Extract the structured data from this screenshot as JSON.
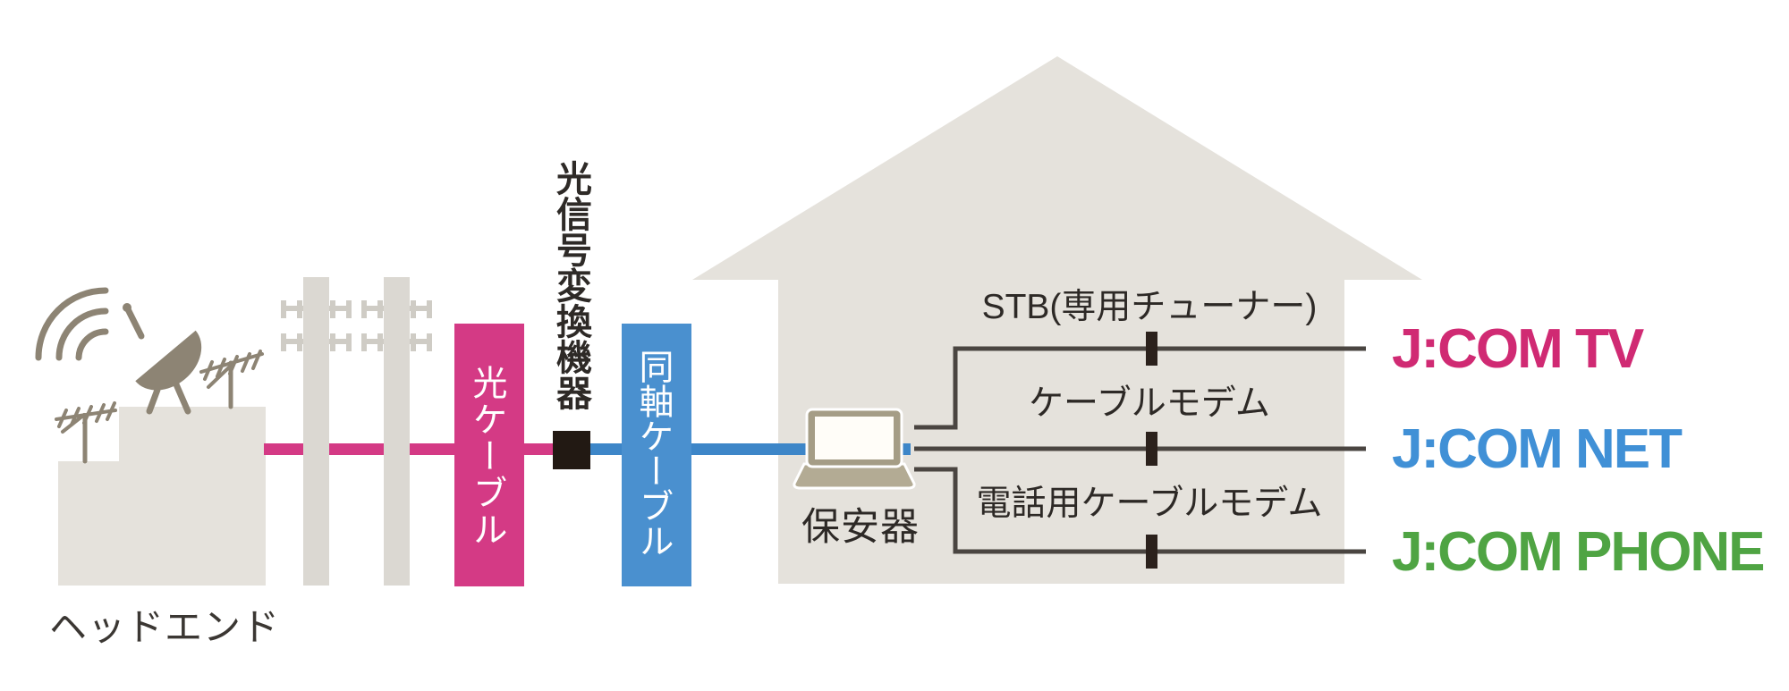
{
  "diagram": {
    "title_implicit": "J:COM network connection diagram",
    "headend": {
      "label": "ヘッドエンド",
      "building_color": "#e5e2dc",
      "icon_color": "#8d8474",
      "icons": [
        "radio-waves-icon",
        "satellite-dish-icon",
        "tv-antenna-icon",
        "tv-antenna-icon"
      ]
    },
    "poles": {
      "count": 2,
      "color": "#dbd8d2",
      "crossarm_color": "#cfccc5"
    },
    "cables": {
      "optical": {
        "label": "光ケーブル",
        "color": "#d43a85",
        "text_color": "#ffffff"
      },
      "converter": {
        "label": "光信号変換機器",
        "color": "#221913",
        "text_color": "#2e2a27"
      },
      "coax": {
        "label": "同軸ケーブル",
        "color": "#4a90cf",
        "text_color": "#ffffff"
      },
      "optical_line_color": "#d43a85",
      "coax_line_color": "#3d86c8"
    },
    "house": {
      "fill_color": "#e5e2dc",
      "protector": {
        "label": "保安器",
        "icon": "laptop-icon"
      },
      "branch_line_color": "#4a4541",
      "device_marker_color": "#2b211c",
      "devices": [
        {
          "label": "STB(専用チューナー)"
        },
        {
          "label": "ケーブルモデム"
        },
        {
          "label": "電話用ケーブルモデム"
        }
      ]
    },
    "services": [
      {
        "label": "J:COM TV",
        "color": "#d02a73"
      },
      {
        "label": "J:COM NET",
        "color": "#4090d6"
      },
      {
        "label": "J:COM PHONE",
        "color": "#4fa443"
      }
    ]
  }
}
